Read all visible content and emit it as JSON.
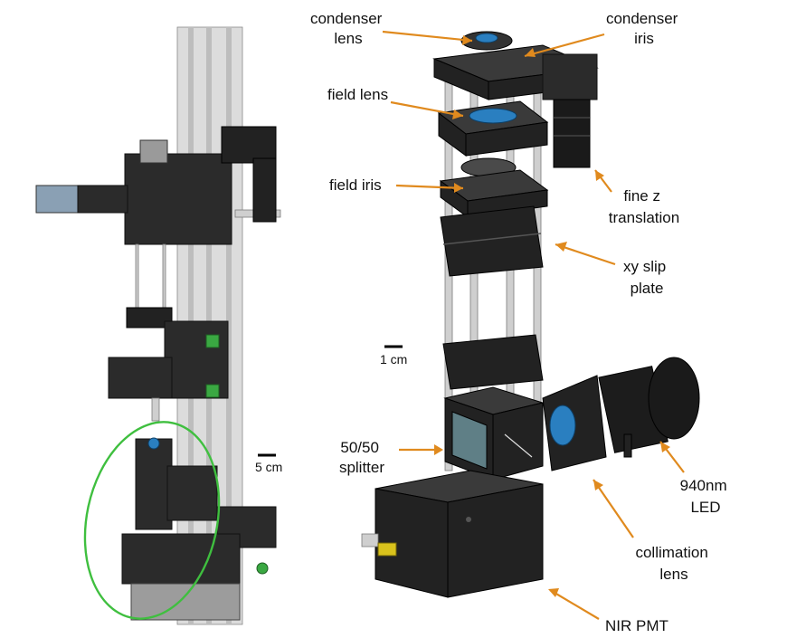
{
  "labels": {
    "condenser_lens": [
      "condenser",
      "lens"
    ],
    "condenser_iris": [
      "condenser",
      "iris"
    ],
    "field_lens": "field lens",
    "field_iris": "field iris",
    "fine_z": [
      "fine z",
      "translation"
    ],
    "xy_slip": [
      "xy slip",
      "plate"
    ],
    "splitter": [
      "50/50",
      "splitter"
    ],
    "led": [
      "940nm",
      "LED"
    ],
    "collimation": [
      "collimation",
      "lens"
    ],
    "pmt": "NIR PMT",
    "scale_left": "5 cm",
    "scale_right": "1 cm"
  },
  "colors": {
    "arrow": "#e08a1e",
    "highlight_ellipse": "#3fbf3f",
    "lens_blue": "#2a7fc0"
  }
}
